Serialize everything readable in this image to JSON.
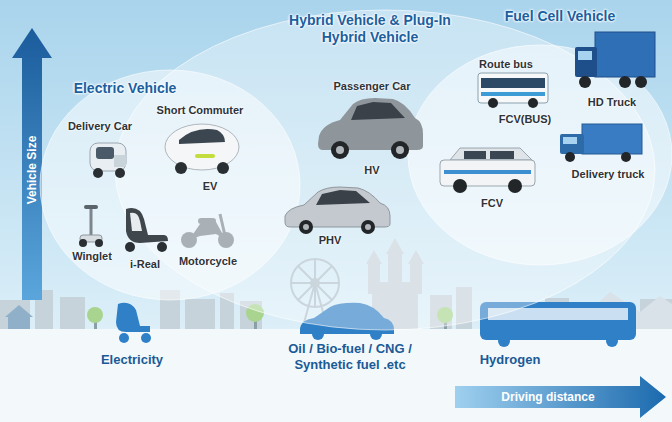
{
  "diagram": {
    "nodes": [
      {
        "text": [
          "Electric Vehicle"
        ]
      },
      {
        "text": [
          "Hybrid Vehicle & Plug-In Hybrid Vehicle"
        ]
      },
      {
        "text": [
          "Fuel Cell Vehicle"
        ]
      }
    ],
    "labels": [
      "Vehicle Size",
      "Delivery Car",
      "Short Commuter",
      "EV",
      "Winglet",
      "i-Real",
      "Motorcycle",
      "Passenger Car",
      "HV",
      "PHV",
      "Route bus",
      "FCV(BUS)",
      "HD Truck",
      "FCV",
      "Delivery truck",
      "Electricity",
      "Oil / Bio-fuel / CNG / Synthetic fuel .etc",
      "Hydrogen",
      "Driving distance"
    ]
  }
}
